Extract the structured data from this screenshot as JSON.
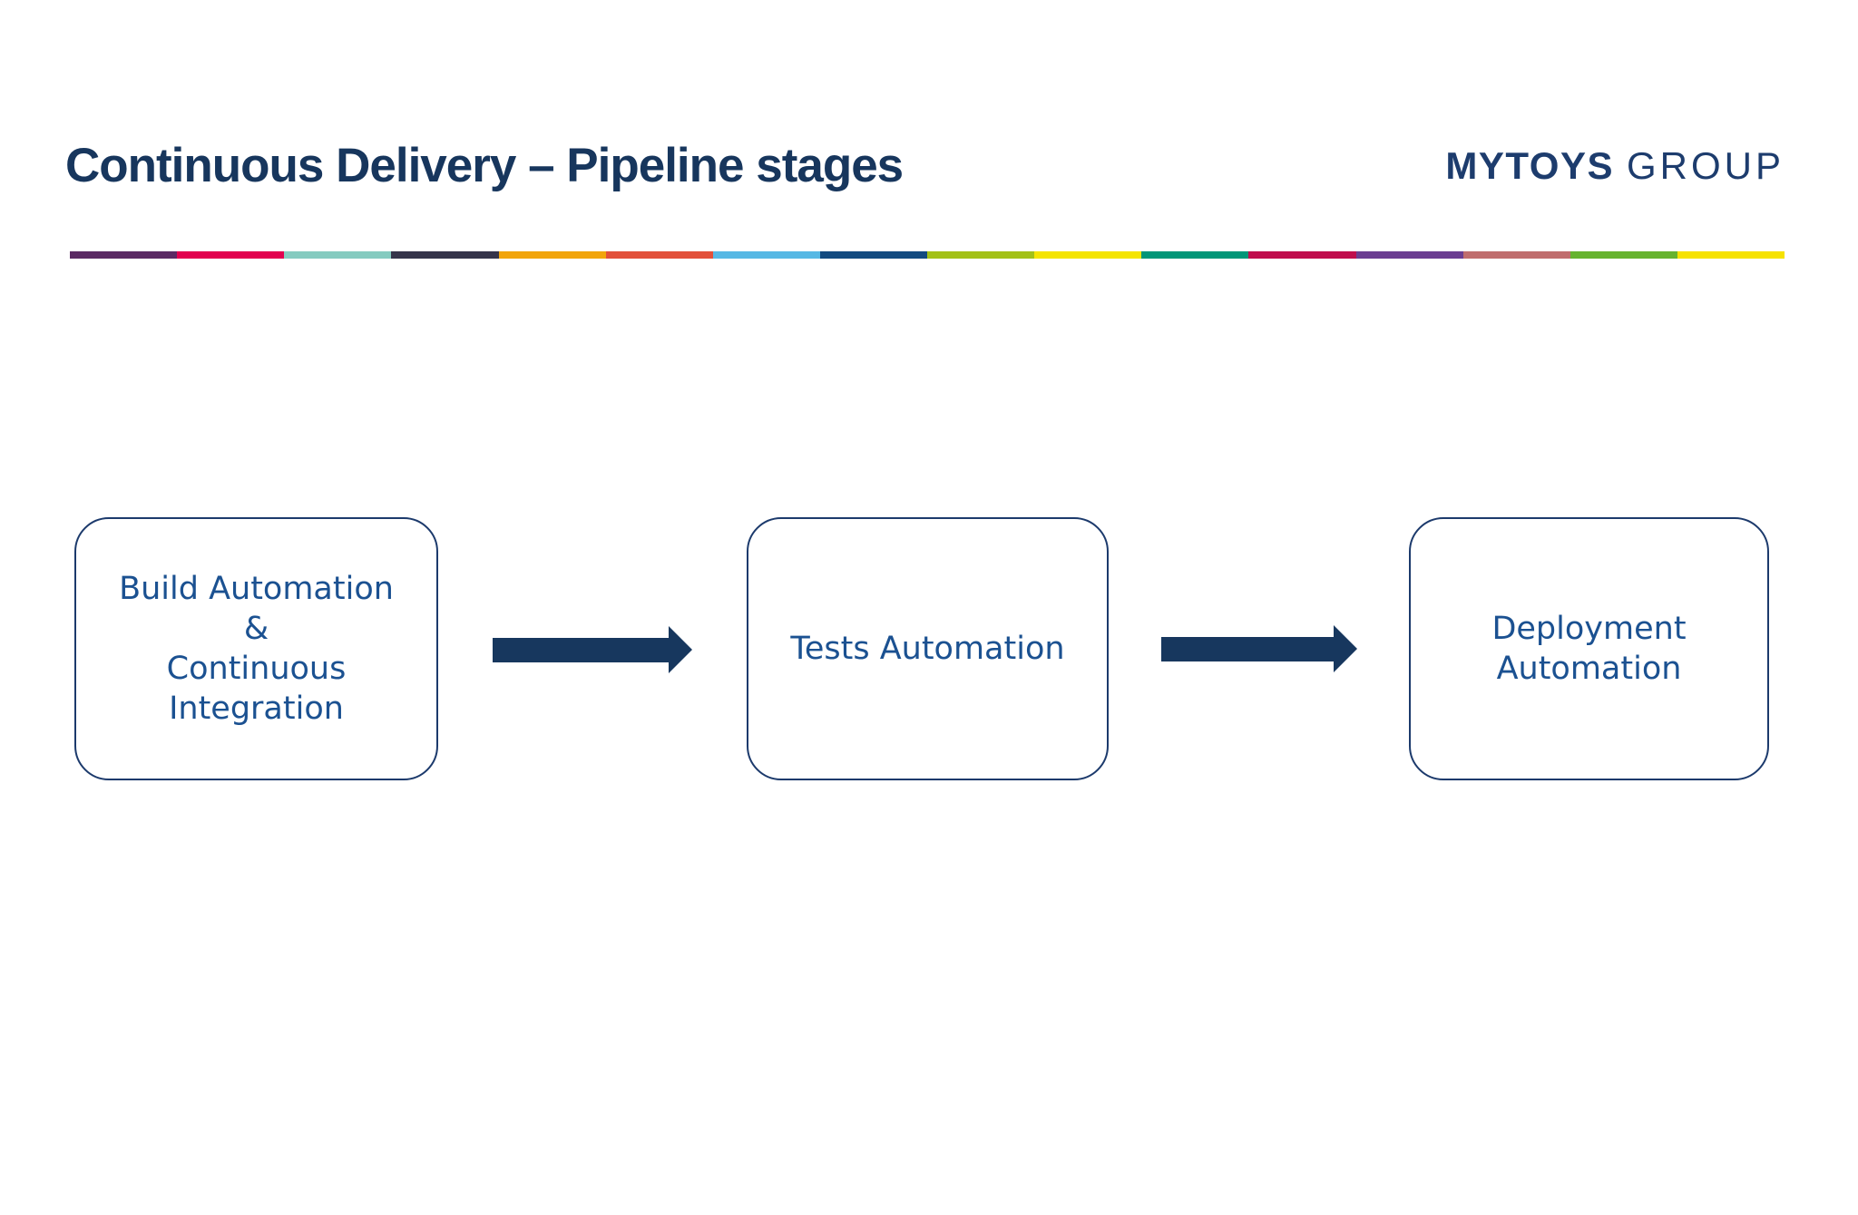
{
  "header": {
    "title": "Continuous Delivery – Pipeline stages",
    "logo": {
      "brand": "MYTOYS",
      "suffix": "GROUP"
    }
  },
  "divider": {
    "segment_colors": [
      "#5b2a64",
      "#e2004f",
      "#85cbc0",
      "#35344a",
      "#f2a50c",
      "#e2503a",
      "#56b8e4",
      "#134b80",
      "#a3c117",
      "#f4e400",
      "#009678",
      "#c00d4d",
      "#6b3d91",
      "#c06d6d",
      "#66b32e",
      "#f6e200"
    ]
  },
  "pipeline": {
    "stages": [
      {
        "id": "build-automation-ci",
        "lines": [
          "Build Automation",
          "&",
          "Continuous",
          "Integration"
        ]
      },
      {
        "id": "tests-automation",
        "lines": [
          "Tests Automation"
        ]
      },
      {
        "id": "deployment-automation",
        "lines": [
          "Deployment",
          "Automation"
        ]
      }
    ]
  },
  "colors": {
    "title_navy": "#17365d",
    "logo_navy": "#1d3c6d",
    "box_border_navy": "#1c3a6c",
    "box_text_blue": "#1b5191",
    "arrow_navy": "#17375e"
  }
}
